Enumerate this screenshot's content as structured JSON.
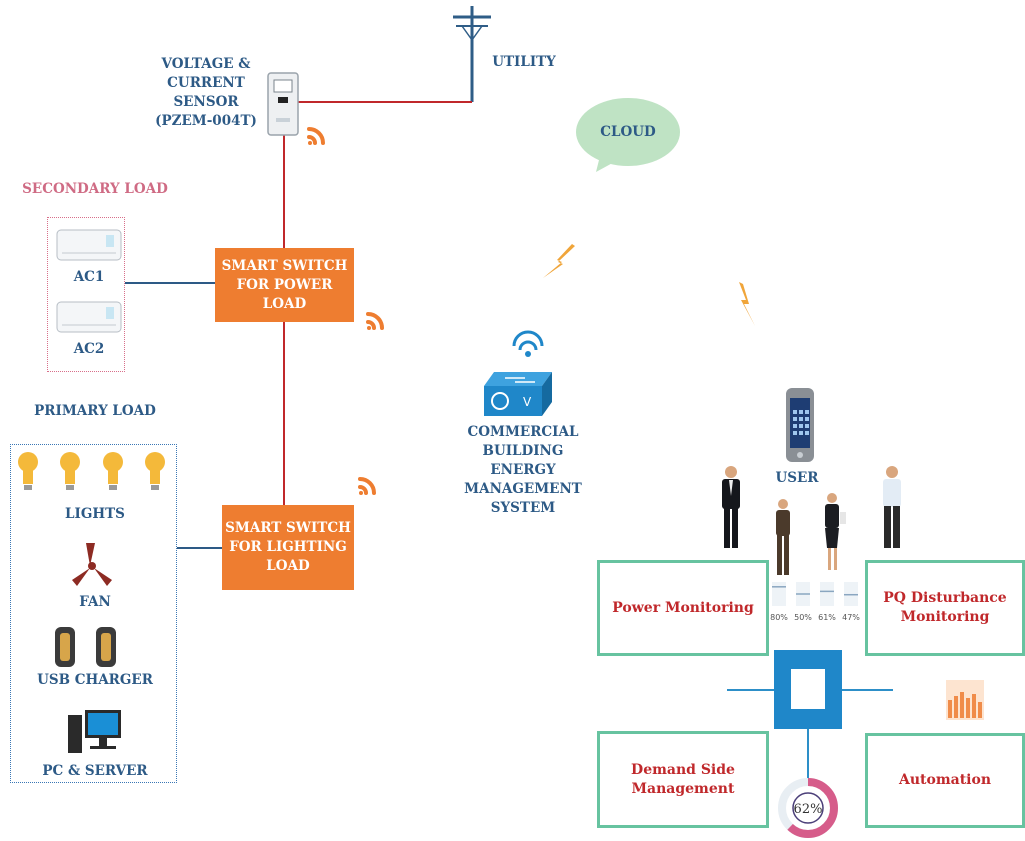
{
  "labels": {
    "sensor": [
      "VOLTAGE &",
      "CURRENT",
      "SENSOR",
      "(PZEM-004T)"
    ],
    "utility": "UTILITY",
    "cloud": "CLOUD",
    "secondary_load": "SECONDARY LOAD",
    "ac1": "AC1",
    "ac2": "AC2",
    "primary_load": "PRIMARY LOAD",
    "lights": "LIGHTS",
    "fan": "FAN",
    "usb_charger": "USB CHARGER",
    "pc_server": "PC & SERVER",
    "smart_switch_power": [
      "SMART SWITCH",
      "FOR POWER",
      "LOAD"
    ],
    "smart_switch_lighting": [
      "SMART SWITCH",
      "FOR LIGHTING",
      "LOAD"
    ],
    "cbems": [
      "COMMERCIAL",
      "BUILDING",
      "ENERGY",
      "MANAGEMENT",
      "SYSTEM"
    ],
    "user": "USER",
    "power_monitoring": "Power Monitoring",
    "pq_disturbance": [
      "PQ Disturbance",
      "Monitoring"
    ],
    "demand_side": [
      "Demand Side",
      "Management"
    ],
    "automation": "Automation",
    "gauges": [
      "80%",
      "50%",
      "61%",
      "47%"
    ],
    "gauge_levels": [
      0.8,
      0.5,
      0.61,
      0.47
    ],
    "donut": "62%",
    "donut_value": 0.62
  },
  "colors": {
    "orange": "#ee7d30",
    "wire_red": "#c0282b",
    "wire_blue": "#2d5a86",
    "green_border": "#67c3a0",
    "hub_blue": "#1f87c9",
    "cloud_green": "#bfe3c4"
  }
}
